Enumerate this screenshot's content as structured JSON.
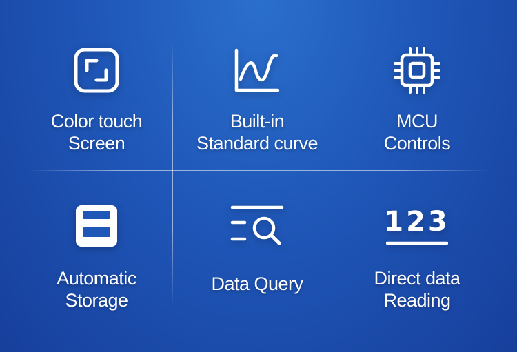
{
  "features": [
    {
      "icon": "fullscreen-frame-icon",
      "lines": [
        "Color touch",
        "Screen"
      ]
    },
    {
      "icon": "curve-chart-icon",
      "lines": [
        "Built-in",
        "Standard curve"
      ]
    },
    {
      "icon": "chip-icon",
      "lines": [
        "MCU",
        "Controls"
      ]
    },
    {
      "icon": "floppy-disk-icon",
      "lines": [
        "Automatic",
        "Storage"
      ]
    },
    {
      "icon": "search-list-icon",
      "lines": [
        "Data Query"
      ]
    },
    {
      "icon": "numbers-icon",
      "lines": [
        "Direct data",
        "Reading"
      ],
      "icon_text": "123"
    }
  ],
  "colors": {
    "background_top": "#2b6fcc",
    "background_bottom": "#173f9c",
    "foreground": "#ffffff"
  }
}
